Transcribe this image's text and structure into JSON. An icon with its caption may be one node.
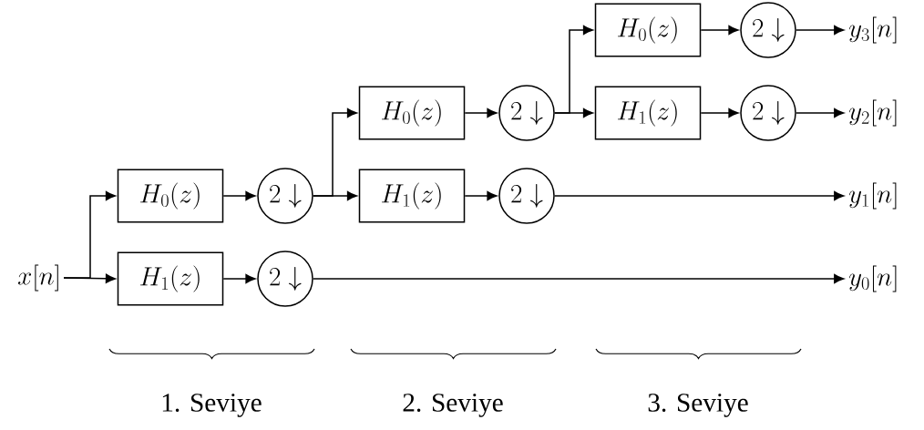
{
  "diagram": {
    "nodes": [
      {
        "text": [
          "x[n]"
        ]
      },
      {
        "text": [
          "H_0(z)"
        ]
      },
      {
        "text": [
          "H_1(z)"
        ]
      },
      {
        "text": [
          "2\\downarrow"
        ]
      },
      {
        "text": [
          "2\\downarrow"
        ]
      },
      {
        "text": [
          "H_0(z)"
        ]
      },
      {
        "text": [
          "H_1(z)"
        ]
      },
      {
        "text": [
          "2\\downarrow"
        ]
      },
      {
        "text": [
          "2\\downarrow"
        ]
      },
      {
        "text": [
          "H_0(z)"
        ]
      },
      {
        "text": [
          "H_1(z)"
        ]
      },
      {
        "text": [
          "2\\downarrow"
        ]
      },
      {
        "text": [
          "2\\downarrow"
        ]
      },
      {
        "text": [
          "y_3[n]"
        ]
      },
      {
        "text": [
          "y_2[n]"
        ]
      },
      {
        "text": [
          "y_1[n]"
        ]
      },
      {
        "text": [
          "y_0[n]"
        ]
      }
    ],
    "edges": [
      {
        "from": 0,
        "to": 1,
        "arrow": "to"
      },
      {
        "from": 0,
        "to": 2,
        "arrow": "to"
      },
      {
        "from": 1,
        "to": 3,
        "arrow": "to"
      },
      {
        "from": 2,
        "to": 4,
        "arrow": "to"
      },
      {
        "from": 3,
        "to": 5,
        "arrow": "to"
      },
      {
        "from": 3,
        "to": 6,
        "arrow": "to"
      },
      {
        "from": 4,
        "to": 16,
        "arrow": "to"
      },
      {
        "from": 5,
        "to": 7,
        "arrow": "to"
      },
      {
        "from": 6,
        "to": 8,
        "arrow": "to"
      },
      {
        "from": 7,
        "to": 9,
        "arrow": "to"
      },
      {
        "from": 7,
        "to": 10,
        "arrow": "to"
      },
      {
        "from": 8,
        "to": 15,
        "arrow": "to"
      },
      {
        "from": 9,
        "to": 11,
        "arrow": "to"
      },
      {
        "from": 10,
        "to": 12,
        "arrow": "to"
      },
      {
        "from": 11,
        "to": 13,
        "arrow": "to"
      },
      {
        "from": 12,
        "to": 14,
        "arrow": "to"
      }
    ],
    "labels": [
      "1. Seviye",
      "2. Seviye",
      "3. Seviye"
    ]
  }
}
